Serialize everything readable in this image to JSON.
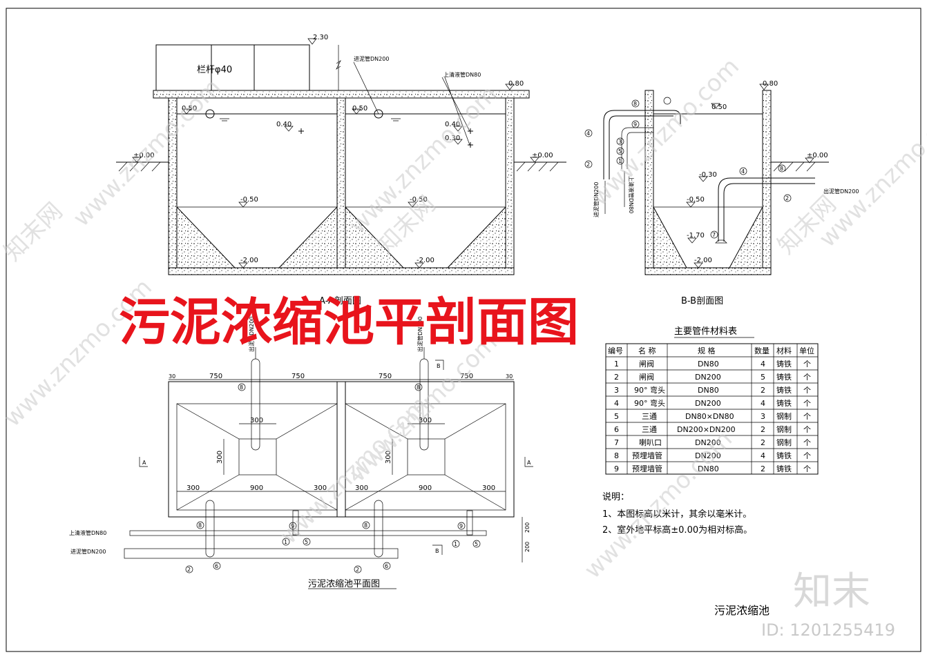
{
  "overlay_title": "污泥浓缩池平剖面图",
  "drawing_title": "污泥浓缩池",
  "section_a": {
    "caption": "A-A剖面图",
    "railing": "栏杆φ40",
    "elev_top": "2.30",
    "elev_wall": "0.80",
    "elev_water1": "0.50",
    "elev_water2": "0.50",
    "elev_040": "0.40",
    "elev_030": "0.30",
    "elev_ground_left": "±0.00",
    "elev_ground_right": "±0.00",
    "elev_cone1": "-0.50",
    "elev_cone2": "-0.50",
    "elev_bottom1": "-2.00",
    "elev_bottom2": "-2.00",
    "pipe_sludge_in": "进泥管DN200",
    "pipe_supernatant": "上清液管DN80"
  },
  "section_b": {
    "caption": "B-B剖面图",
    "elev_wall": "0.80",
    "elev_water": "0.50",
    "elev_ground": "±0.00",
    "elev_m030": "-0.30",
    "elev_cone": "-0.50",
    "elev_m170": "-1.70",
    "elev_bottom": "-2.00",
    "pipe_in": "进泥管DN200",
    "pipe_super": "上清液管DN80",
    "pipe_out": "出泥管DN200",
    "markers_left": [
      "8",
      "4",
      "9",
      "3",
      "5",
      "1",
      "2"
    ],
    "markers_right": [
      "4",
      "8",
      "2",
      "7"
    ]
  },
  "plan": {
    "caption": "污泥浓缩池平面图",
    "dims_top": [
      "30",
      "750",
      "750",
      "750",
      "750",
      "30"
    ],
    "dim_300_top1": "300",
    "dim_300_top2": "300",
    "dim_300_side1": "300",
    "dim_300_side2": "300",
    "dims_bottom1": [
      "300",
      "900",
      "300"
    ],
    "dims_bottom2": [
      "300",
      "900",
      "300"
    ],
    "dims_right": [
      "200",
      "200"
    ],
    "section_marks": [
      "A",
      "A",
      "B",
      "B"
    ],
    "pipe_super_label": "上清液管DN80",
    "pipe_sludge_label": "进泥管DN200",
    "pipe_out_label": "出泥管DN200",
    "markers": [
      "8",
      "8",
      "8",
      "8",
      "9",
      "9",
      "1",
      "1",
      "5",
      "5",
      "2",
      "2",
      "6",
      "6"
    ]
  },
  "table": {
    "title": "主要管件材料表",
    "headers": [
      "编号",
      "名 称",
      "规 格",
      "数量",
      "材料",
      "单位"
    ],
    "rows": [
      [
        "1",
        "闸阀",
        "DN80",
        "4",
        "铸铁",
        "个"
      ],
      [
        "2",
        "闸阀",
        "DN200",
        "5",
        "铸铁",
        "个"
      ],
      [
        "3",
        "90° 弯头",
        "DN80",
        "2",
        "铸铁",
        "个"
      ],
      [
        "4",
        "90° 弯头",
        "DN200",
        "4",
        "铸铁",
        "个"
      ],
      [
        "5",
        "三通",
        "DN80×DN80",
        "3",
        "钢制",
        "个"
      ],
      [
        "6",
        "三通",
        "DN200×DN200",
        "2",
        "钢制",
        "个"
      ],
      [
        "7",
        "喇叭口",
        "DN200",
        "2",
        "钢制",
        "个"
      ],
      [
        "8",
        "预埋墙管",
        "DN200",
        "4",
        "铸铁",
        "个"
      ],
      [
        "9",
        "预埋墙管",
        "DN80",
        "2",
        "铸铁",
        "个"
      ]
    ]
  },
  "notes": {
    "heading": "说明：",
    "items": [
      "1、本图标高以米计，其余以毫米计。",
      "2、室外地平标高±0.00为相对标高。"
    ]
  },
  "watermarks": [
    "www.znzmo.com",
    "www.znzmo.com",
    "www.znzmo.com",
    "www.znzmo.com",
    "www.znzmo.com",
    "www.znzmo.com",
    "www.znzmo.com",
    "www.znzmo.com"
  ],
  "watermark_brand": [
    "知末网",
    "知末网",
    "知末网"
  ],
  "brand_logo": "知末",
  "id_label": "ID: 1201255419"
}
